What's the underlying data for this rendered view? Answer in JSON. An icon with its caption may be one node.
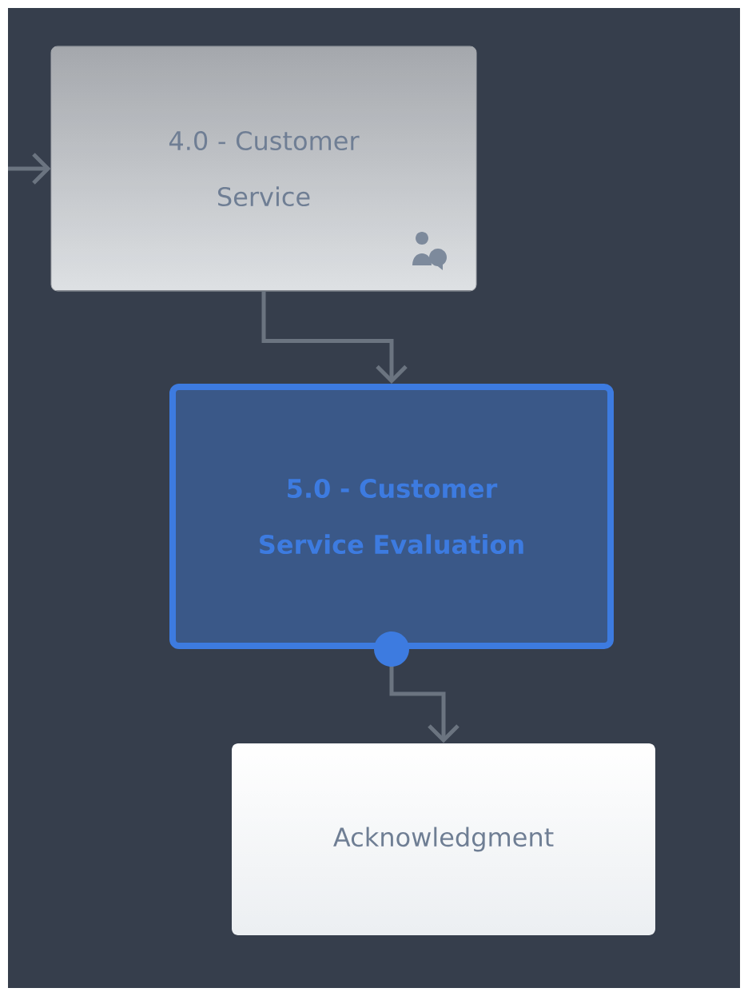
{
  "diagram": {
    "nodes": [
      {
        "text": [
          "4.0 - Customer Service"
        ]
      },
      {
        "text": [
          "5.0 - Customer Service Evaluation"
        ]
      },
      {
        "text": [
          "Acknowledgment"
        ]
      }
    ],
    "edges": [
      {
        "from": null,
        "to": 0,
        "arrow": "to"
      },
      {
        "from": 0,
        "to": 1,
        "arrow": "to"
      },
      {
        "from": 1,
        "to": 2,
        "arrow": "to"
      }
    ]
  }
}
